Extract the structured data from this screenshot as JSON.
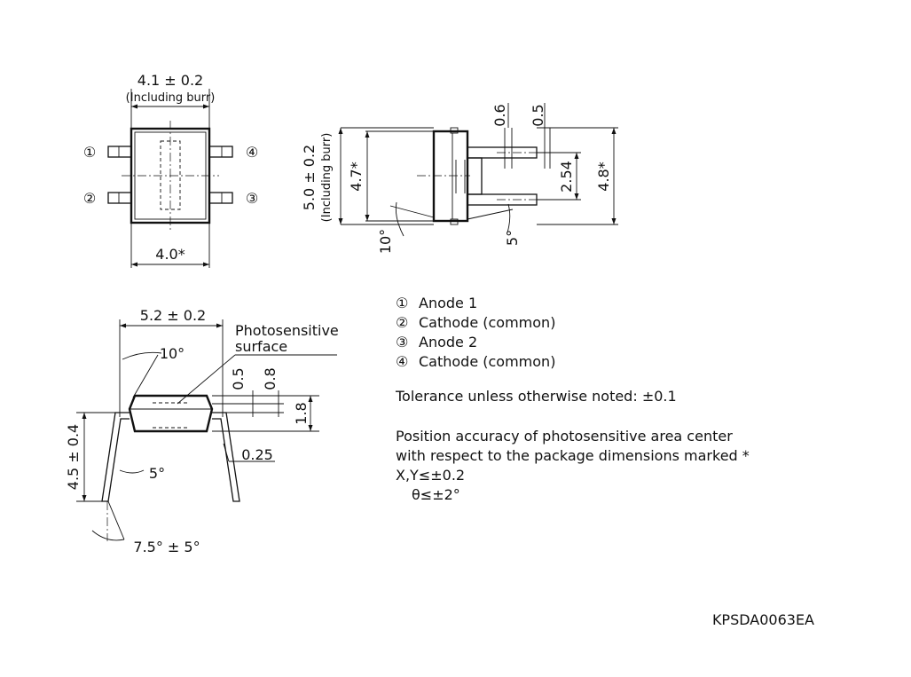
{
  "top_view": {
    "width_dim": "4.1 ± 0.2",
    "width_note": "(Including burr)",
    "bottom_dim": "4.0*",
    "pins": {
      "p1": "①",
      "p2": "②",
      "p3": "③",
      "p4": "④"
    }
  },
  "side_view": {
    "height_dim": "5.0 ± 0.2",
    "height_note": "(Including burr)",
    "body_dim": "4.7*",
    "angle_left": "10°",
    "angle_right": "5°",
    "dim_06": "0.6",
    "dim_05": "0.5",
    "pitch": "2.54",
    "overall": "4.8*"
  },
  "front_view": {
    "width_dim": "5.2 ± 0.2",
    "photo_label_1": "Photosensitive",
    "photo_label_2": "surface",
    "angle_top": "10°",
    "dim_05": "0.5",
    "dim_08": "0.8",
    "dim_18": "1.8",
    "height_dim": "4.5 ± 0.4",
    "angle_5": "5°",
    "dim_025": "0.25",
    "lead_angle": "7.5° ± 5°"
  },
  "legend": [
    {
      "symbol": "①",
      "label": "Anode 1"
    },
    {
      "symbol": "②",
      "label": "Cathode (common)"
    },
    {
      "symbol": "③",
      "label": "Anode 2"
    },
    {
      "symbol": "④",
      "label": "Cathode (common)"
    }
  ],
  "notes": {
    "tolerance": "Tolerance unless otherwise noted: ±0.1",
    "position_1": "Position accuracy of photosensitive area center",
    "position_2": "with respect to the package dimensions marked *",
    "position_3": "X,Y≤±0.2",
    "position_4": "θ≤±2°"
  },
  "drawing_code": "KPSDA0063EA"
}
